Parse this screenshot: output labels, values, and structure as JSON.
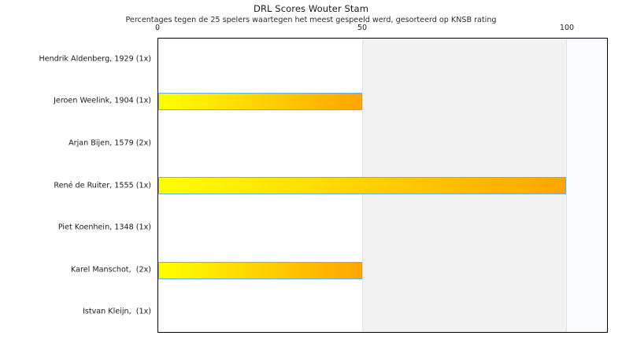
{
  "chart_data": {
    "type": "bar",
    "orientation": "horizontal",
    "title": "DRL Scores Wouter Stam",
    "subtitle": "Percentages tegen de 25 spelers waartegen het meest gespeeld werd, gesorteerd op KNSB rating",
    "xlabel": "",
    "ylabel": "",
    "xlim": [
      0,
      110
    ],
    "xticks": [
      0,
      50,
      100
    ],
    "xtick_labels": [
      "0",
      "50",
      "100"
    ],
    "xaxis_position": "top",
    "grid": false,
    "legend": "none",
    "categories": [
      "Hendrik Aldenberg, 1929 (1x)",
      "Jeroen Weelink, 1904 (1x)",
      "Arjan Bijen, 1579 (2x)",
      "René de Ruiter, 1555 (1x)",
      "Piet Koenhein, 1348 (1x)",
      "Karel Manschot,  (2x)",
      "Istvan Kleijn,  (1x)"
    ],
    "values": [
      0,
      50,
      0,
      100,
      0,
      50,
      0
    ],
    "bar_colors": {
      "gradient_start": "#ffff00",
      "gradient_end": "#ffa500",
      "border": "#6aaede"
    },
    "band_colors": {
      "band_0_50": "#ffffff",
      "band_50_100": "#f2f2f2",
      "band_100_plus": "#fafcfe"
    }
  }
}
